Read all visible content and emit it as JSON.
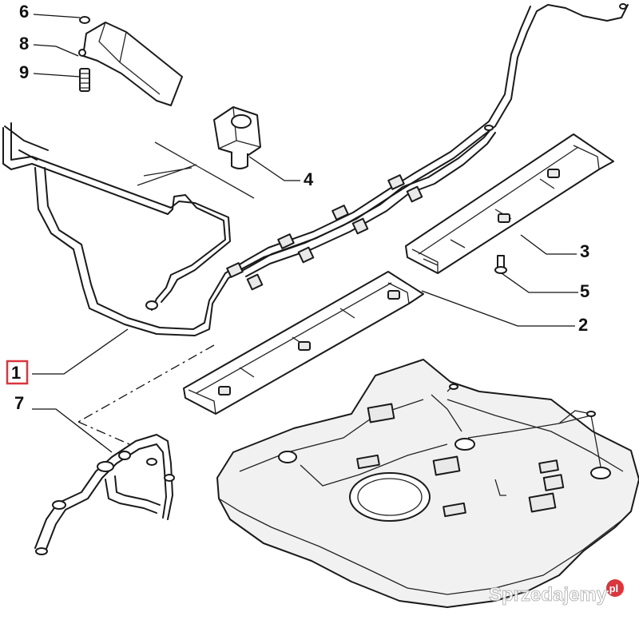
{
  "callouts": [
    {
      "id": "c6",
      "label": "6"
    },
    {
      "id": "c8",
      "label": "8"
    },
    {
      "id": "c9",
      "label": "9"
    },
    {
      "id": "c4",
      "label": "4"
    },
    {
      "id": "c3",
      "label": "3"
    },
    {
      "id": "c5",
      "label": "5"
    },
    {
      "id": "c2",
      "label": "2"
    },
    {
      "id": "c1",
      "label": "1",
      "highlighted": true
    },
    {
      "id": "c7",
      "label": "7"
    }
  ],
  "highlight_color": "#d9363e",
  "watermark": {
    "text": "Sprzedajemy",
    "badge": ".pl"
  }
}
